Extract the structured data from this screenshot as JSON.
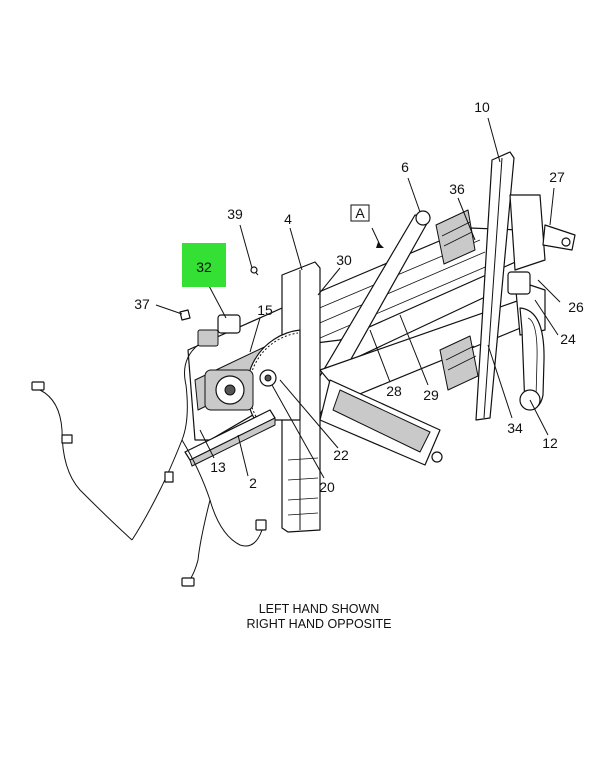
{
  "highlight_color": "#33e033",
  "highlighted_callout": "32",
  "reference_box": "A",
  "callouts": [
    {
      "id": "10",
      "label": "10"
    },
    {
      "id": "6",
      "label": "6"
    },
    {
      "id": "27",
      "label": "27"
    },
    {
      "id": "36",
      "label": "36"
    },
    {
      "id": "39",
      "label": "39"
    },
    {
      "id": "4",
      "label": "4"
    },
    {
      "id": "30",
      "label": "30"
    },
    {
      "id": "32",
      "label": "32"
    },
    {
      "id": "37",
      "label": "37"
    },
    {
      "id": "15",
      "label": "15"
    },
    {
      "id": "26",
      "label": "26"
    },
    {
      "id": "24",
      "label": "24"
    },
    {
      "id": "28",
      "label": "28"
    },
    {
      "id": "29",
      "label": "29"
    },
    {
      "id": "34",
      "label": "34"
    },
    {
      "id": "12",
      "label": "12"
    },
    {
      "id": "22",
      "label": "22"
    },
    {
      "id": "20",
      "label": "20"
    },
    {
      "id": "13",
      "label": "13"
    },
    {
      "id": "2",
      "label": "2"
    }
  ],
  "caption": {
    "line1": "LEFT HAND SHOWN",
    "line2": "RIGHT HAND OPPOSITE"
  }
}
